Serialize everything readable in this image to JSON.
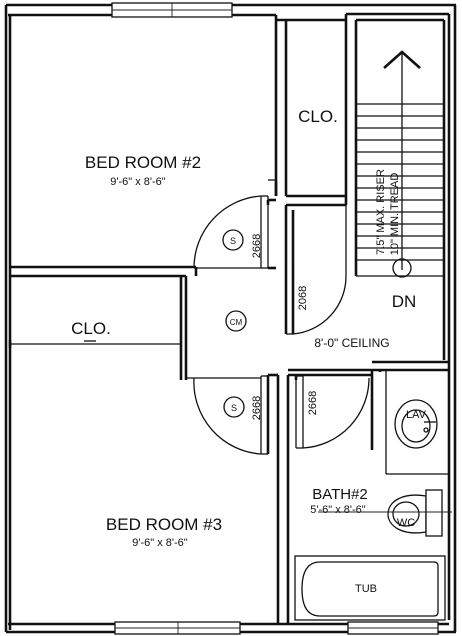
{
  "rooms": {
    "bedroom2": {
      "name": "BED ROOM #2",
      "size": "9'-6\" x 8'-6\""
    },
    "bedroom3": {
      "name": "BED ROOM #3",
      "size": "9'-6\" x 8'-6\""
    },
    "bath": {
      "name": "BATH#2",
      "size": "5'-6\" x 8'-6\""
    }
  },
  "closets": {
    "upper": "CLO.",
    "left": "CLO."
  },
  "hall": {
    "ceiling": "8'-0\" CEILING"
  },
  "stair": {
    "riser_note": "7.5\" MAX. RISER",
    "tread_note": "10\" MIN. TREAD",
    "direction": "DN"
  },
  "doors": {
    "bed2": "2668",
    "closet": "2068",
    "bed3": "2668",
    "bath": "2668"
  },
  "fixtures": {
    "lav": "LAV",
    "wc": "WC",
    "tub": "TUB",
    "smoke_a": "S",
    "smoke_b": "S",
    "co_monitor": "CM"
  }
}
